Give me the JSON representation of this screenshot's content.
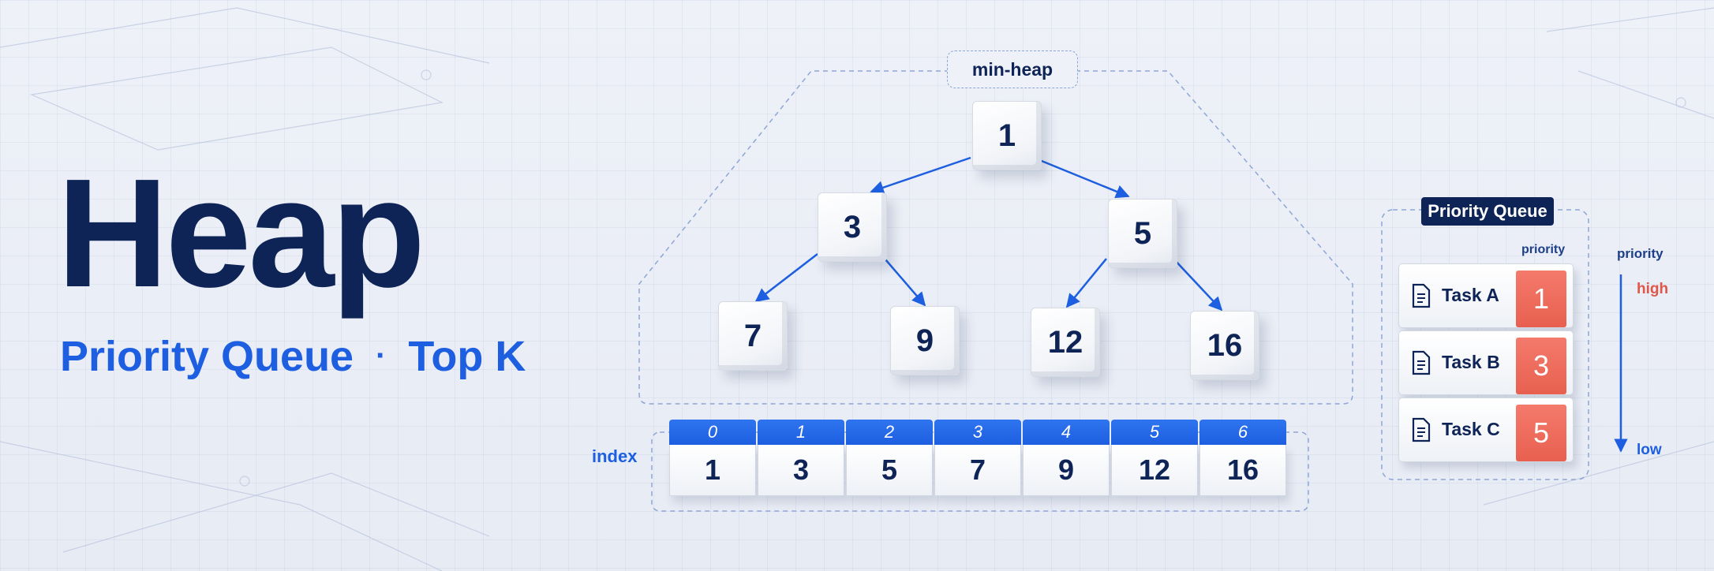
{
  "title": "Heap",
  "subtitle": {
    "left": "Priority Queue",
    "separator": "·",
    "right": "Top K"
  },
  "heap": {
    "label": "min-heap",
    "nodes": [
      "1",
      "3",
      "5",
      "7",
      "9",
      "12",
      "16"
    ]
  },
  "array": {
    "label": "index",
    "indices": [
      "0",
      "1",
      "2",
      "3",
      "4",
      "5",
      "6"
    ],
    "values": [
      "1",
      "3",
      "5",
      "7",
      "9",
      "12",
      "16"
    ]
  },
  "priority_queue": {
    "title": "Priority Queue",
    "column_label": "priority",
    "tasks": [
      {
        "name": "Task A",
        "priority": "1"
      },
      {
        "name": "Task B",
        "priority": "3"
      },
      {
        "name": "Task C",
        "priority": "5"
      }
    ],
    "scale": {
      "label": "priority",
      "high": "high",
      "low": "low"
    }
  },
  "colors": {
    "navy": "#0e2356",
    "blue": "#1d5fe0",
    "coral": "#e8604f",
    "high_text": "#e0574a"
  }
}
